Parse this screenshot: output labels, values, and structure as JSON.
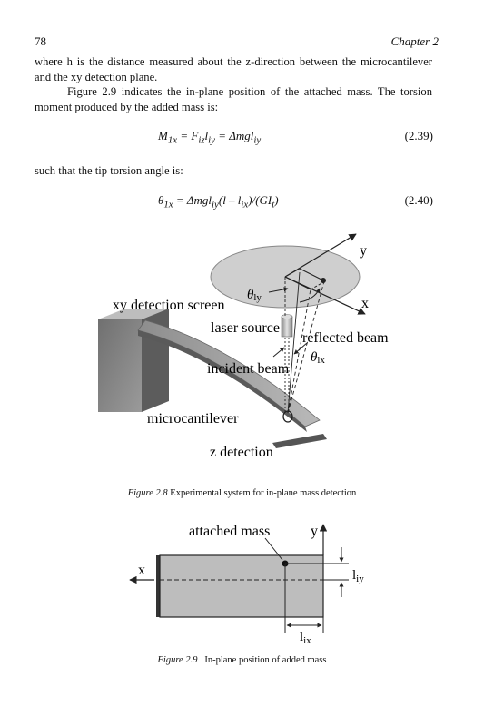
{
  "header": {
    "page_number": "78",
    "chapter": "Chapter 2"
  },
  "paragraphs": [
    "where h is the distance measured about the z-direction between the microcantilever and the xy detection plane.",
    "Figure 2.9 indicates the in-plane position of the attached mass. The torsion moment produced by the added mass is:",
    "such that the tip torsion angle is:"
  ],
  "equations": [
    {
      "expr": "M₁ₓ = F_iz l_iy = Δmg l_iy",
      "lhs": "M",
      "lhs_sub": "1x",
      "f": "F",
      "f_sub": "iz",
      "l1": "l",
      "l1_sub": "iy",
      "rhs": "= Δmgl",
      "rhs_sub": "iy",
      "number": "(2.39)"
    },
    {
      "expr": "θ₁ₓ = Δmgl_iy(l − l_ix)/(GI_t)",
      "theta": "θ",
      "theta_sub": "1x",
      "p1": " = Δmgl",
      "p1_sub": "iy",
      "p2": "(l – l",
      "p2_sub": "ix",
      "p3": ")/(GI",
      "p3_sub": "t",
      "p4": ")",
      "number": "(2.40)"
    }
  ],
  "figure_2_8": {
    "labels": {
      "y": "y",
      "x": "x",
      "theta_ly": "θ",
      "theta_ly_sub": "ly",
      "xy_screen": "xy detection screen",
      "laser_source": "laser source",
      "reflected_beam": "reflected beam",
      "theta_lx": "θ",
      "theta_lx_sub": "lx",
      "incident_beam": "incident beam",
      "microcantilever": "microcantilever",
      "z_detection": "z detection"
    },
    "caption_label": "Figure 2.8",
    "caption_text": "Experimental system for in-plane mass detection"
  },
  "figure_2_9": {
    "labels": {
      "attached_mass": "attached mass",
      "y": "y",
      "x": "x",
      "liy": "l",
      "liy_sub": "iy",
      "lix": "l",
      "lix_sub": "ix"
    },
    "caption_label": "Figure 2.9",
    "caption_text": "In-plane position of added mass"
  }
}
